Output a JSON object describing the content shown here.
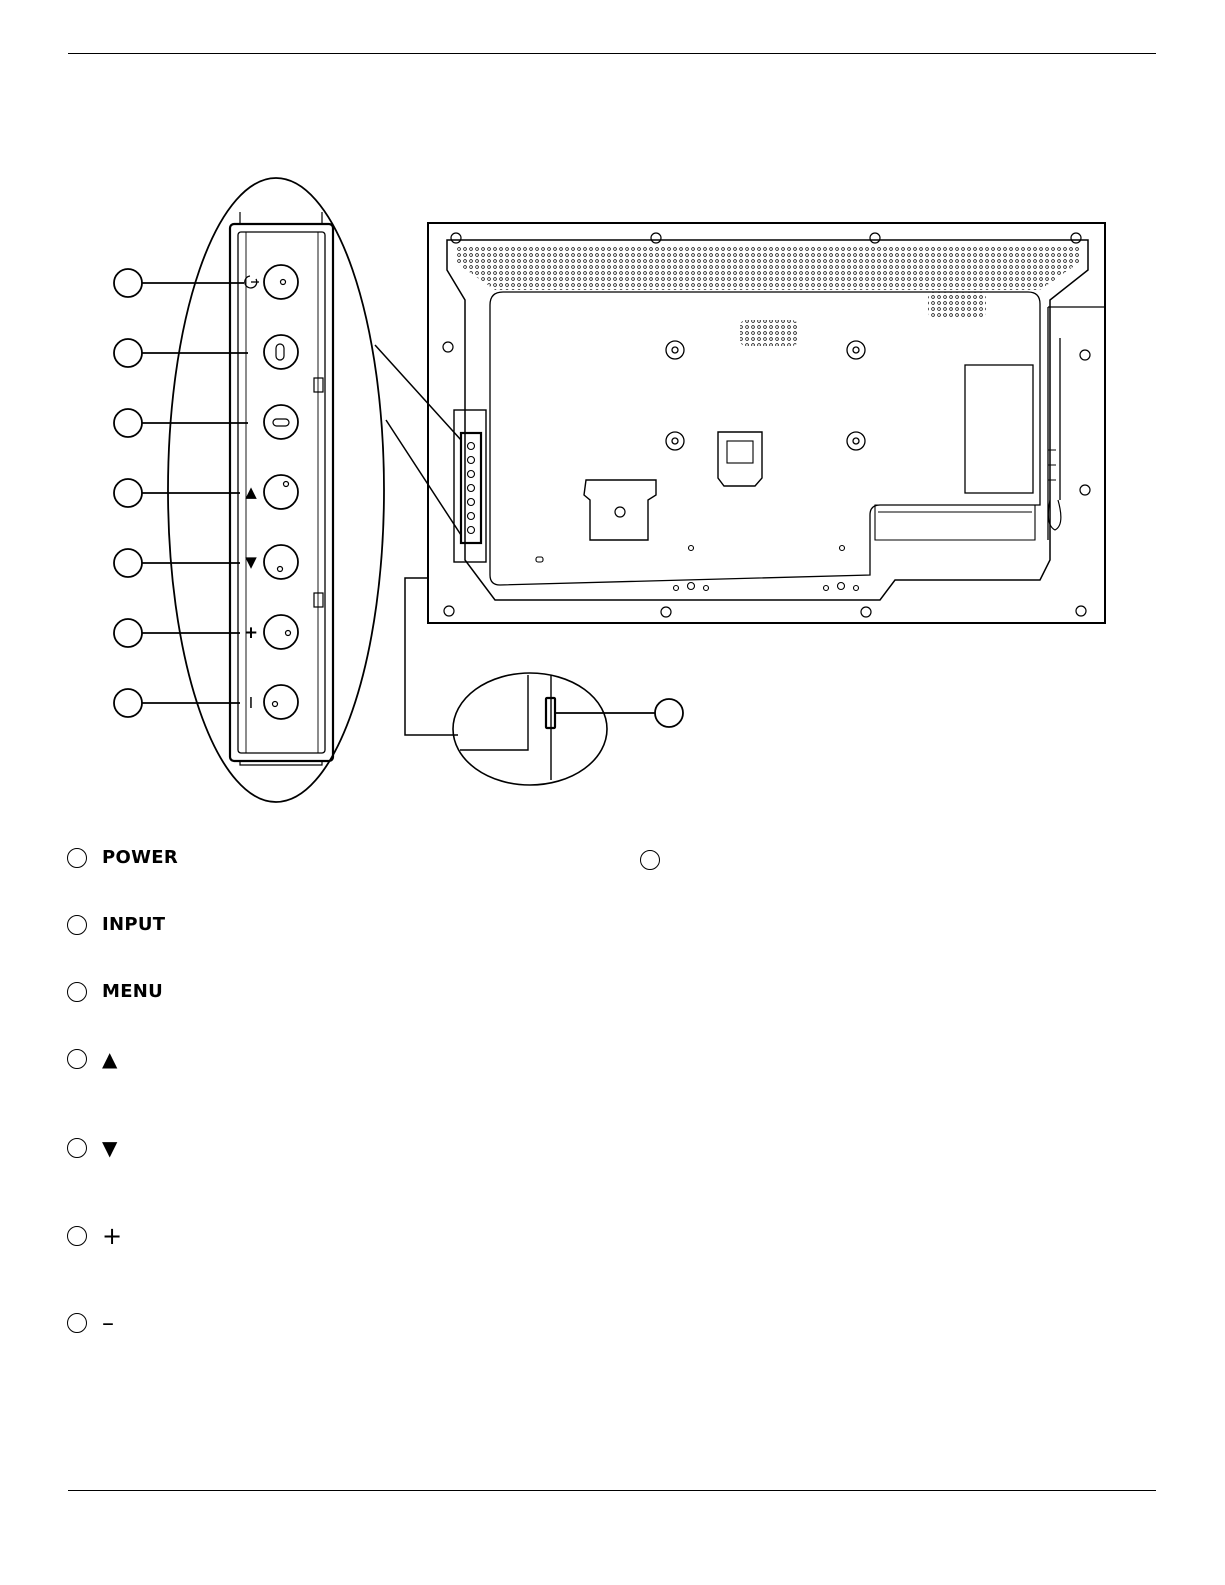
{
  "legend": {
    "items": [
      {
        "label": "POWER"
      },
      {
        "label": "INPUT"
      },
      {
        "label": "MENU"
      },
      {
        "label": "▲"
      },
      {
        "label": "▼"
      },
      {
        "label": "+"
      },
      {
        "label": "–"
      }
    ],
    "right_item": {
      "label": ""
    }
  },
  "diagram": {
    "button_symbols": [
      "▲",
      "▼",
      "+",
      "I"
    ]
  },
  "colors": {
    "ink": "#000000",
    "paper": "#ffffff"
  }
}
